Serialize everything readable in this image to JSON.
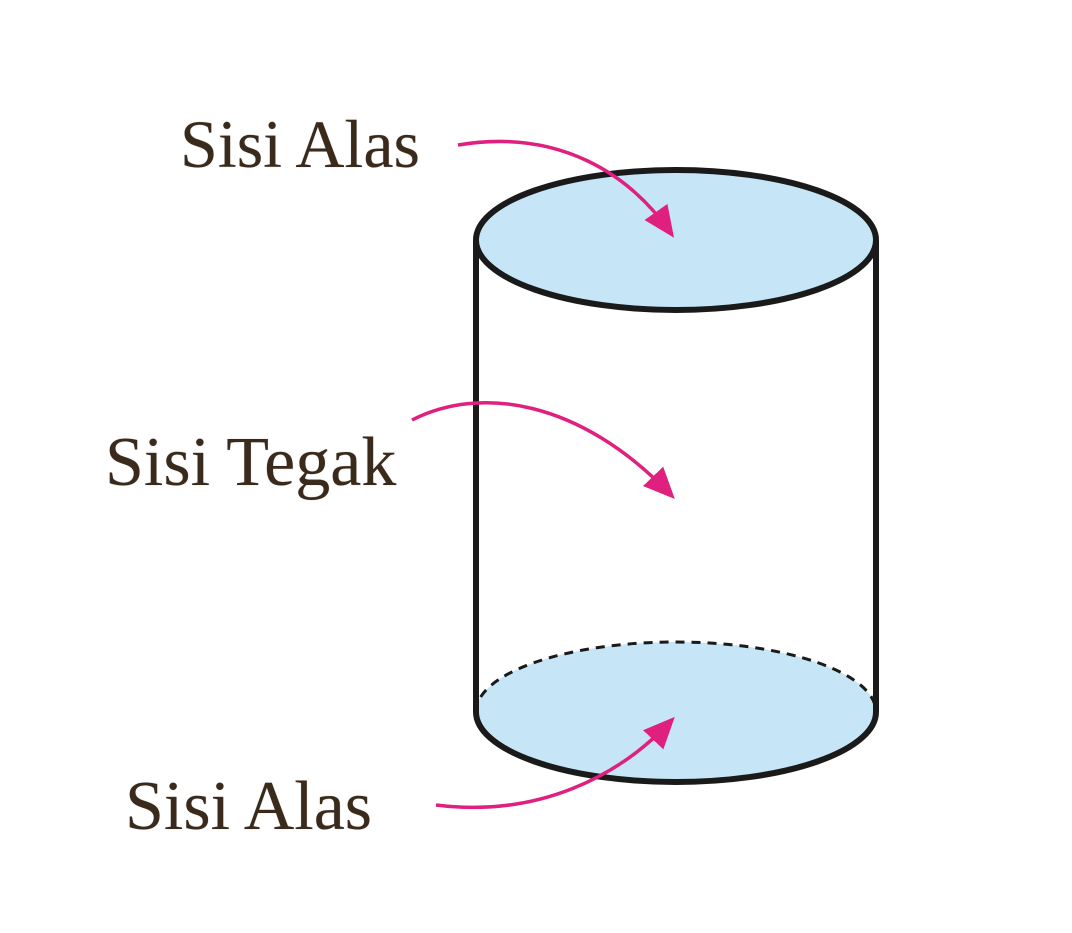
{
  "labels": {
    "top_base": "Sisi Alas",
    "lateral_surface": "Sisi Tegak",
    "bottom_base": "Sisi Alas"
  },
  "colors": {
    "base_fill": "#c6e6f7",
    "outline": "#1a1a1a",
    "arrow": "#e0207f",
    "text": "#3a2a1c"
  }
}
